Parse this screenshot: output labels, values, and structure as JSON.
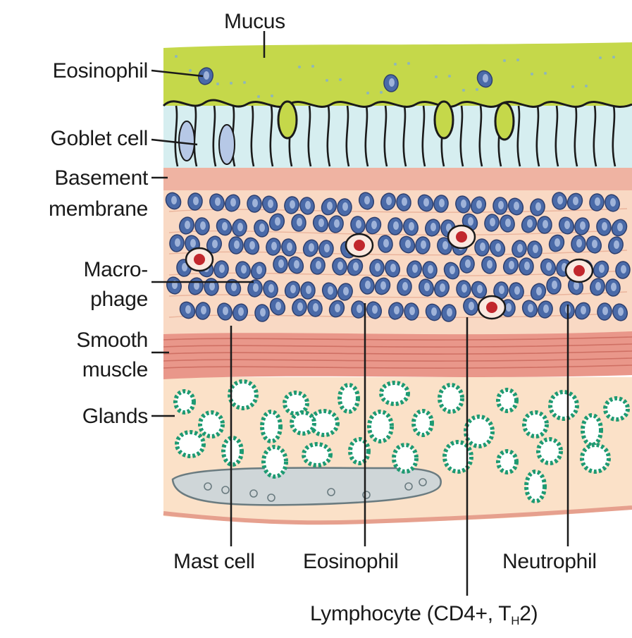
{
  "labels": {
    "mucus": "Mucus",
    "eosinophil_top": "Eosinophil",
    "goblet_cell": "Goblet cell",
    "basement_1": "Basement",
    "basement_2": "membrane",
    "macrophage_1": "Macro-",
    "macrophage_2": "phage",
    "smooth_1": "Smooth",
    "smooth_2": "muscle",
    "glands": "Glands",
    "mast_cell": "Mast cell",
    "eosinophil_bottom": "Eosinophil",
    "neutrophil": "Neutrophil",
    "lymphocyte_prefix": "Lymphocyte (CD4+, T",
    "lymphocyte_sub": "H",
    "lymphocyte_suffix": "2)"
  },
  "colors": {
    "mucus": "#c5d84a",
    "epithelium": "#d6eef0",
    "basement": "#efb3a2",
    "lamina_propria": "#f9d9c4",
    "inflammatory_cell": "#4a6aa8",
    "macrophage_nucleus": "#c1272d",
    "smooth_muscle": "#e9978a",
    "submucosa": "#fbe1c8",
    "gland": "#1e9a72",
    "vessel": "#cfd6d8"
  }
}
